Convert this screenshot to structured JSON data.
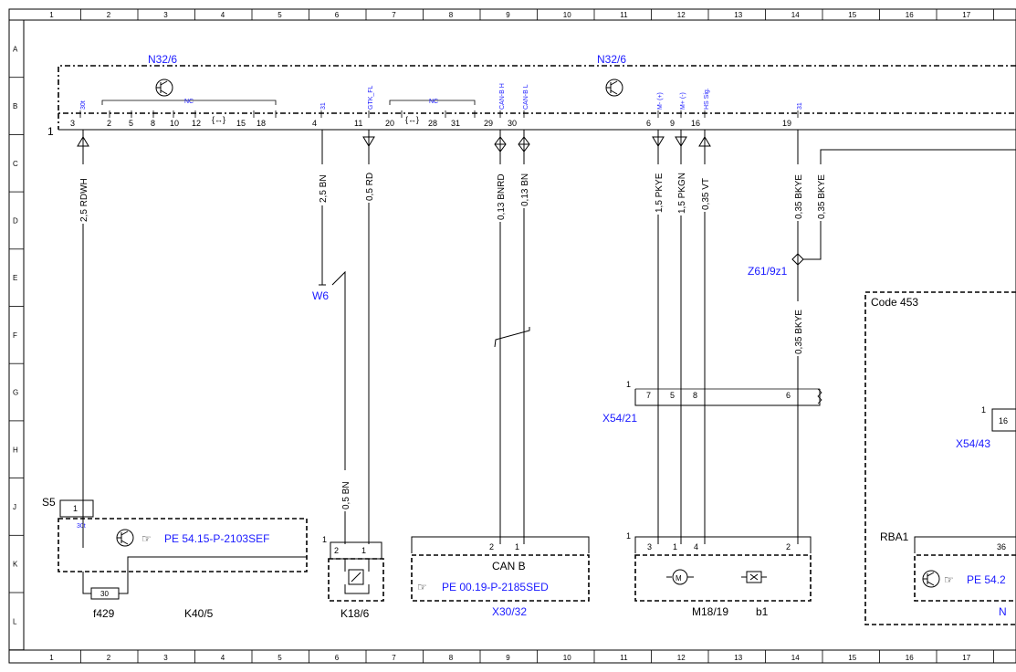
{
  "grid": {
    "columns": [
      "1",
      "2",
      "3",
      "4",
      "5",
      "6",
      "7",
      "8",
      "9",
      "10",
      "11",
      "12",
      "13",
      "14",
      "15",
      "16",
      "17"
    ],
    "rows": [
      "A",
      "B",
      "C",
      "D",
      "E",
      "F",
      "G",
      "H",
      "J",
      "K",
      "L"
    ]
  },
  "bus_line_label": "1",
  "components": {
    "n32_left": "N32/6",
    "n32_right": "N32/6",
    "w6": "W6",
    "z61": "Z61/9z1",
    "code453": "Code 453",
    "x54_21": "X54/21",
    "x54_43": "X54/43",
    "s5": "S5",
    "k40": "K40/5",
    "f429": "f429",
    "fuse_value": "30",
    "k18": "K18/6",
    "can_b": "CAN B",
    "x30": "X30/32",
    "m18": "M18/19",
    "b1": "b1",
    "rba1": "RBA1",
    "n_partial": "N"
  },
  "references": {
    "pe_s5": "PE 54.15-P-2103SEF",
    "pe_can": "PE 00.19-P-2185SED",
    "pe_rba": "PE 54.2"
  },
  "nc_labels": [
    "NC",
    "NC"
  ],
  "signal_labels": {
    "s30t": "30t",
    "s31a": "31",
    "gtk": "GTK_FL",
    "canh": "CAN-B H",
    "canl": "CAN-B L",
    "mplus_a": "M- (+)",
    "mminus": "M+ (-)",
    "hs": "HS Sig.",
    "s31b": "31",
    "s30t_s5": "30t"
  },
  "pins_top": {
    "p3": "3",
    "p2": "2",
    "p5": "5",
    "p8": "8",
    "p10": "10",
    "p12": "12",
    "p15": "15",
    "p18": "18",
    "p4": "4",
    "p11": "11",
    "p20": "20",
    "p28": "28",
    "p31": "31",
    "p29": "29",
    "p30": "30",
    "p6": "6",
    "p9": "9",
    "p16": "16",
    "p19": "19"
  },
  "wires": {
    "w_rdwh": "2,5 RDWH",
    "w_bn25": "2,5 BN",
    "w_rd": "0,5 RD",
    "w_bnrd": "0,13 BNRD",
    "w_bn013": "0,13 BN",
    "w_pkye": "1,5 PKYE",
    "w_pkgn": "1,5 PKGN",
    "w_vt": "0,35 VT",
    "w_bkye1": "0,35 BKYE",
    "w_bkye2": "0,35 BKYE",
    "w_bkye3": "0,35 BKYE",
    "w_bn05": "0,5 BN"
  },
  "x54_21_pins": {
    "num": "1",
    "p7": "7",
    "p5": "5",
    "p8": "8",
    "p6": "6"
  },
  "x54_43_pins": {
    "num": "1",
    "p16": "16"
  },
  "k18_pins": {
    "num": "1",
    "p2": "2",
    "p1": "1"
  },
  "s5_pins": {
    "p1": "1"
  },
  "x30_pins": {
    "p2": "2",
    "p1": "1"
  },
  "m18_pins": {
    "num": "1",
    "p3": "3",
    "p1": "1",
    "p4": "4",
    "p2": "2",
    "motor": "M"
  },
  "rba1_pins": {
    "p36": "36"
  }
}
